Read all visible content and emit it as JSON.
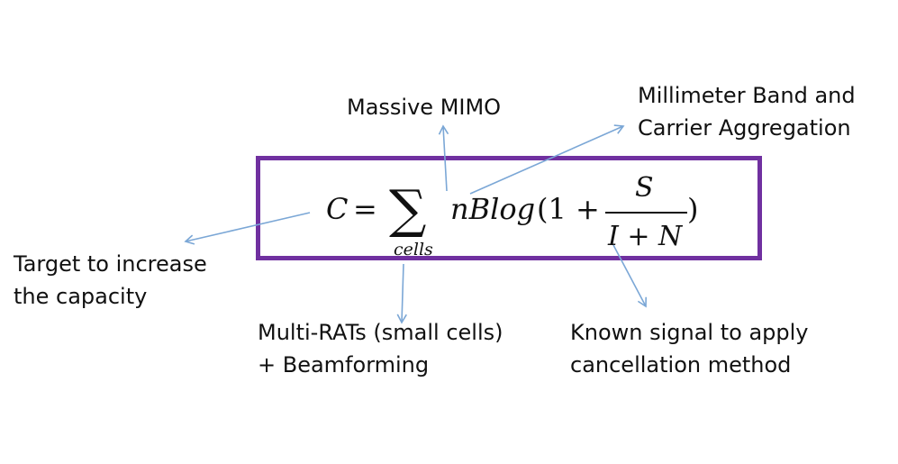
{
  "labels": {
    "massive_mimo": "Massive MIMO",
    "millimeter_line1": "Millimeter Band and",
    "millimeter_line2": "Carrier Aggregation",
    "target_line1": "Target to increase",
    "target_line2": "the capacity",
    "multirats_line1": "Multi-RATs (small cells)",
    "multirats_line2": "+ Beamforming",
    "known_line1": "Known signal to apply",
    "known_line2": "cancellation method"
  },
  "formula": {
    "lhs": "C",
    "equals": "=",
    "sum": "∑",
    "subscript": "cells",
    "term": "nBlog",
    "open": "(1 +",
    "numerator": "S",
    "denominator": "I + N",
    "close": ")"
  },
  "colors": {
    "box_border": "#7030a0",
    "arrow": "#7ba7d6"
  }
}
